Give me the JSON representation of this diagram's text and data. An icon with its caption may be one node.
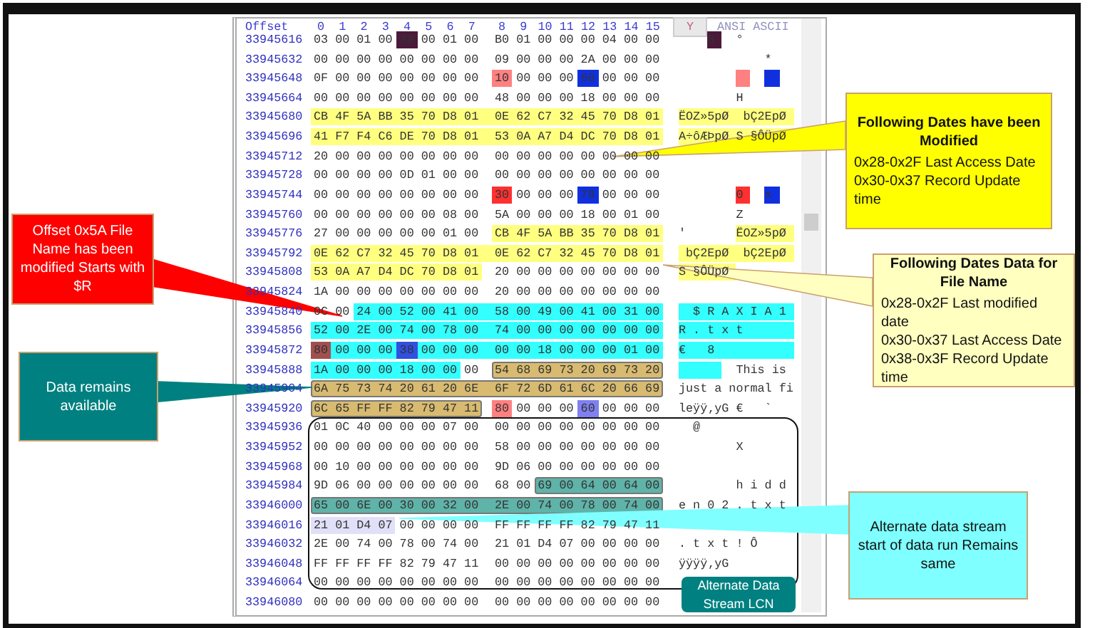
{
  "diagram": {
    "nodes": [
      {
        "text": [
          "Offset 0x5A File Name has been modified Starts with $R"
        ]
      },
      {
        "text": [
          "Data remains available"
        ]
      },
      {
        "text": [
          "Following Dates have been Modified",
          "0x28-0x2F Last Access Date",
          "0x30-0x37 Record Update time"
        ]
      },
      {
        "text": [
          "Following Dates Data for File Name",
          "0x28-0x2F Last modified date",
          "0x30-0x37 Last Access Date",
          "0x38-0x3F Record Update time"
        ]
      },
      {
        "text": [
          "Alternate data stream start of data run Remains same"
        ]
      },
      {
        "text": [
          "Alternate Data Stream LCN"
        ]
      }
    ],
    "edges": [
      {
        "from": 0,
        "to": null,
        "arrow": "to"
      },
      {
        "from": 1,
        "to": null,
        "arrow": "to"
      },
      {
        "from": 2,
        "to": null,
        "arrow": "to"
      },
      {
        "from": 3,
        "to": null,
        "arrow": "to"
      },
      {
        "from": 4,
        "to": null,
        "arrow": "to"
      }
    ],
    "labels": [
      "Offset",
      "0",
      "1",
      "2",
      "3",
      "4",
      "5",
      "6",
      "7",
      "8",
      "9",
      "10",
      "11",
      "12",
      "13",
      "14",
      "15",
      "Y",
      "ANSI ASCII",
      "33945616",
      "03 00 01 00 38 00 01 00",
      "B0 01 00 00 00 04 00 00",
      "    8   °",
      "33945632",
      "00 00 00 00 00 00 00 00",
      "09 00 00 00 2A 00 00 00",
      "            *",
      "33945648",
      "0F 00 00 00 00 00 00 00",
      "10 00 00 00 60 00 00 00",
      "            `",
      "33945664",
      "00 00 00 00 00 00 00 00",
      "48 00 00 00 18 00 00 00",
      "        H",
      "33945680",
      "CB 4F 5A BB 35 70 D8 01",
      "0E 62 C7 32 45 70 D8 01",
      "ËOZ»5pØ  bÇ2EpØ",
      "33945696",
      "41 F7 F4 C6 DE 70 D8 01",
      "53 0A A7 D4 DC 70 D8 01",
      "A÷ôÆÞpØ S §ÔÜpØ",
      "33945712",
      "20 00 00 00 00 00 00 00",
      "00 00 00 00 00 00 00 00",
      "33945728",
      "00 00 00 00 0D 01 00 00",
      "00 00 00 00 00 00 00 00",
      "33945744",
      "00 00 00 00 00 00 00 00",
      "30 00 00 00 78 00 00 00",
      "        0   x",
      "33945760",
      "00 00 00 00 00 00 08 00",
      "5A 00 00 00 18 00 01 00",
      "        Z",
      "33945776",
      "27 00 00 00 00 00 01 00",
      "CB 4F 5A BB 35 70 D8 01",
      "'       ËOZ»5pØ",
      "33945792",
      "0E 62 C7 32 45 70 D8 01",
      "0E 62 C7 32 45 70 D8 01",
      " bÇ2EpØ  bÇ2EpØ",
      "33945808",
      "53 0A A7 D4 DC 70 D8 01",
      "20 00 00 00 00 00 00 00",
      "S §ÔÜpØ",
      "33945824",
      "1A 00 00 00 00 00 00 00",
      "20 00 00 00 00 00 00 00",
      "33945840",
      "0C 00 24 00 52 00 41 00",
      "58 00 49 00 41 00 31 00",
      "  $ R A X I A 1",
      "33945856",
      "52 00 2E 00 74 00 78 00",
      "74 00 00 00 00 00 00 00",
      "R . t x t",
      "33945872",
      "80 00 00 00 38 00 00 00",
      "00 00 18 00 00 00 01 00",
      "€   8",
      "33945888",
      "1A 00 00 00 18 00 00 00",
      "54 68 69 73 20 69 73 20",
      "        This is",
      "33945904",
      "6A 75 73 74 20 61 20 6E",
      "6F 72 6D 61 6C 20 66 69",
      "just a normal fi",
      "33945920",
      "6C 65 FF FF 82 79 47 11",
      "80 00 00 00 60 00 00 00",
      "leÿÿ‚yG €   `",
      "33945936",
      "01 0C 40 00 00 00 07 00",
      "00 00 00 00 00 00 00 00",
      "  @",
      "33945952",
      "00 00 00 00 00 00 00 00",
      "58 00 00 00 00 00 00 00",
      "        X",
      "33945968",
      "00 10 00 00 00 00 00 00",
      "9D 06 00 00 00 00 00 00",
      "33945984",
      "9D 06 00 00 00 00 00 00",
      "68 00 69 00 64 00 64 00",
      "        h i d d",
      "33946000",
      "65 00 6E 00 30 00 32 00",
      "2E 00 74 00 78 00 74 00",
      "e n 0 2 . t x t",
      "33946016",
      "21 01 D4 07 00 00 00 00",
      "FF FF FF FF 82 79 47 11",
      "33946032",
      "2E 00 74 00 78 00 74 00",
      "21 01 D4 07 00 00 00 00",
      ". t x t ! Ô",
      "33946048",
      "FF FF FF FF 82 79 47 11",
      "00 00 00 00 00 00 00 00",
      "ÿÿÿÿ‚yG",
      "33946064",
      "00 00 00 00 00 00 00 00",
      "00 00 00 00 00 00 00 00",
      "33946080",
      "00 00 00 00 00 00 00 00",
      "00 00 00 00 00 00 00 00"
    ]
  }
}
